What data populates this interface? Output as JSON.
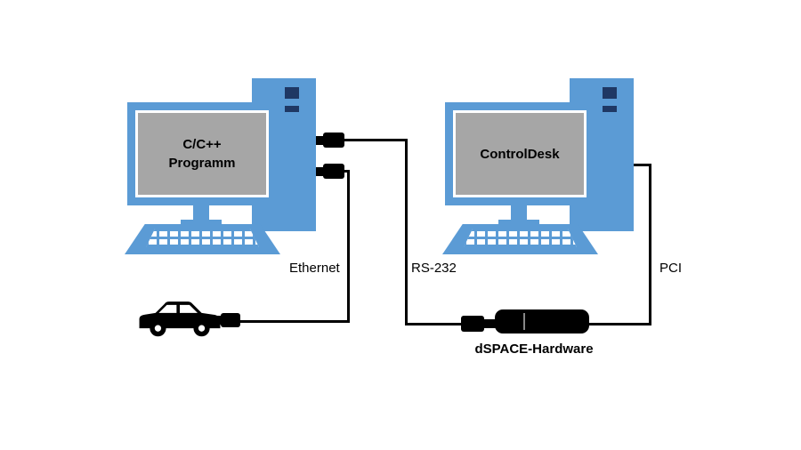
{
  "colors": {
    "device_blue": "#5B9BD5",
    "screen_gray": "#A6A6A6",
    "tower_accent": "#1F3864",
    "line_black": "#000000"
  },
  "left_workstation": {
    "screen_label_line1": "C/C++",
    "screen_label_line2": "Programm"
  },
  "right_workstation": {
    "screen_label": "ControlDesk"
  },
  "connection_labels": {
    "ethernet": "Ethernet",
    "rs232": "RS-232",
    "pci": "PCI"
  },
  "hardware": {
    "dspace_label": "dSPACE-Hardware"
  }
}
